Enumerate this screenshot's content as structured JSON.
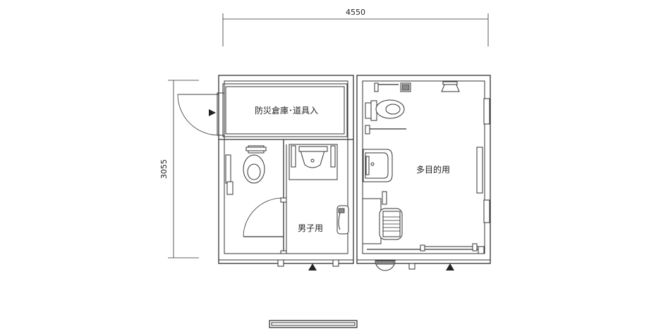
{
  "dimensions": {
    "width_label": "4550",
    "depth_label": "3055"
  },
  "rooms": {
    "storage": "防災倉庫･道具入",
    "mens": "男子用",
    "multipurpose": "多目的用"
  }
}
